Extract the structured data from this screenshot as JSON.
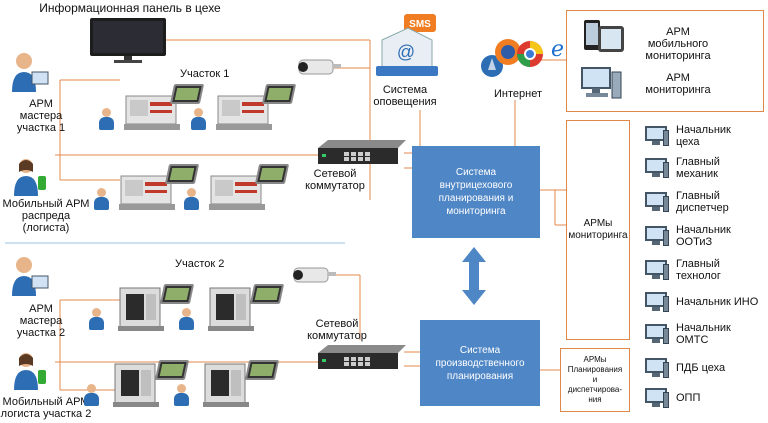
{
  "title": "Информационная панель в цехе",
  "section1": "Участок 1",
  "section2": "Участок 2",
  "left": {
    "arm_master_1": [
      "АРМ",
      "мастера",
      "участка 1"
    ],
    "arm_logist_1": [
      "Мобильный АРМ",
      "распреда (логиста)"
    ],
    "arm_master_2": [
      "АРМ",
      "мастера",
      "участка 2"
    ],
    "arm_logist_2": [
      "Мобильный АРМ",
      "логиста участка 2"
    ]
  },
  "switch_label": [
    "Сетевой",
    "коммутатор"
  ],
  "notify": {
    "sms_badge": "SMS",
    "label": [
      "Система",
      "оповещения"
    ]
  },
  "internet": "Интернет",
  "top_right": {
    "mobile": [
      "АРМ",
      "мобильного",
      "мониторинга"
    ],
    "monitoring": [
      "АРМ",
      "мониторинга"
    ]
  },
  "systems": {
    "monitoring_system": [
      "Система",
      "внутрицехового",
      "планирования и",
      "мониторинга"
    ],
    "production_system": [
      "Система",
      "производственного",
      "планирования"
    ]
  },
  "arm_monitoring": "АРМы мониторинга",
  "arm_planning": [
    "АРМы",
    "Планирования",
    "и",
    "диспетчирова-",
    "ния"
  ],
  "roles": [
    [
      "Начальник",
      "цеха"
    ],
    [
      "Главный",
      "механик"
    ],
    [
      "Главный",
      "диспетчер"
    ],
    [
      "Начальник",
      "ООТиЗ"
    ],
    [
      "Главный",
      "технолог"
    ],
    [
      "Начальник ИНО"
    ],
    [
      "Начальник",
      "ОМТС"
    ],
    [
      "ПДБ цеха"
    ],
    [
      "ОПП"
    ]
  ],
  "colors": {
    "line": "#e0884a",
    "box": "#4f86c6",
    "divider": "#9ac3e6",
    "arrow": "#4f86c6"
  }
}
